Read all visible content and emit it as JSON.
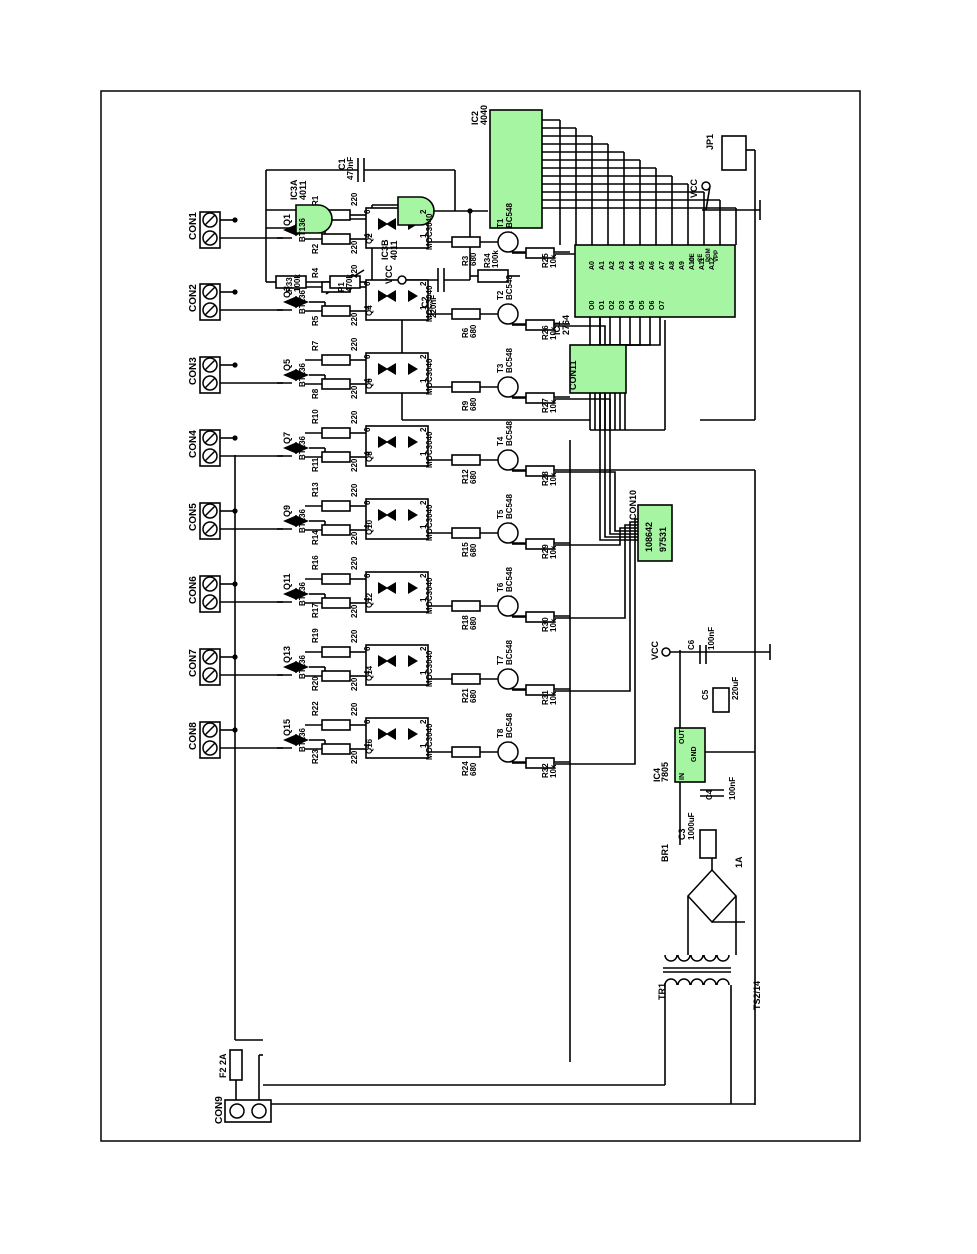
{
  "labels": {
    "con": [
      "CON1",
      "CON2",
      "CON3",
      "CON4",
      "CON5",
      "CON6",
      "CON7",
      "CON8"
    ],
    "con9": "CON9",
    "fuse_name": "F2",
    "fuse_value": "2A",
    "triacs": [
      "Q1",
      "Q3",
      "Q5",
      "Q7",
      "Q9",
      "Q11",
      "Q13",
      "Q15"
    ],
    "triac_type": "BT136",
    "gate_res_a": [
      "R1",
      "R4",
      "R7",
      "R10",
      "R13",
      "R16",
      "R19",
      "R22"
    ],
    "gate_res_b": [
      "R2",
      "R5",
      "R8",
      "R11",
      "R14",
      "R17",
      "R20",
      "R23"
    ],
    "res_220": "220",
    "opto_refs": [
      "Q2",
      "Q4",
      "Q6",
      "Q8",
      "Q10",
      "Q12",
      "Q14",
      "Q16"
    ],
    "opto_type": "MOC3040",
    "opto_pins": [
      "6",
      "4",
      "2",
      "1"
    ],
    "base_res": [
      "R3",
      "R6",
      "R9",
      "R12",
      "R15",
      "R18",
      "R21",
      "R24"
    ],
    "res_680": "680",
    "transistors": [
      "T1",
      "T2",
      "T3",
      "T4",
      "T5",
      "T6",
      "T7",
      "T8"
    ],
    "transistor_type": "BC548",
    "pull_res": [
      "R25",
      "R26",
      "R27",
      "R28",
      "R29",
      "R30",
      "R31",
      "R32"
    ],
    "res_10k": "10k",
    "vcc": "VCC",
    "con10": "CON10",
    "con10_pins_top": "108642",
    "con10_pins_bottom": "97531",
    "con11": "CON11",
    "ic1_name": "IC1",
    "ic1_type": "2764",
    "ic1_addr": [
      "A0",
      "A1",
      "A2",
      "A3",
      "A4",
      "A5",
      "A6",
      "A7",
      "A8",
      "A9",
      "A10",
      "A11",
      "A12"
    ],
    "ic1_data": [
      "O0",
      "O1",
      "O2",
      "O3",
      "O4",
      "O5",
      "O6",
      "O7"
    ],
    "ic1_ctrl": [
      "OE",
      "CE",
      "PGM",
      "VPP"
    ],
    "ic2_name": "IC2",
    "ic2_type": "4040",
    "ic3a_name": "IC3A",
    "ic3b_name": "IC3B",
    "ic3_type": "4011",
    "c1": "C1",
    "c1_value": "470nF",
    "c2": "C2",
    "c2_value": "220nF",
    "r33": "R33",
    "r33_value": "100k",
    "r34": "R34",
    "r34_value": "100k",
    "p1": "P1",
    "p1_value": "470k",
    "jp1": "JP1",
    "tr1": "TR1",
    "tr1_type": "TS2/14",
    "br1": "BR1",
    "br1_value": "1A",
    "c3": "C3",
    "c3_value": "1000uF",
    "c4": "C4",
    "c4_value": "100nF",
    "ic4_name": "IC4",
    "ic4_type": "7805",
    "ic4_in": "IN",
    "ic4_out": "OUT",
    "ic4_gnd": "GND",
    "c5": "C5",
    "c5_value": "220uF",
    "c6": "C6",
    "c6_value": "100nF"
  },
  "colors": {
    "ic_fill": "#a6f5a3",
    "ink": "#000000",
    "frame": "#000000"
  }
}
